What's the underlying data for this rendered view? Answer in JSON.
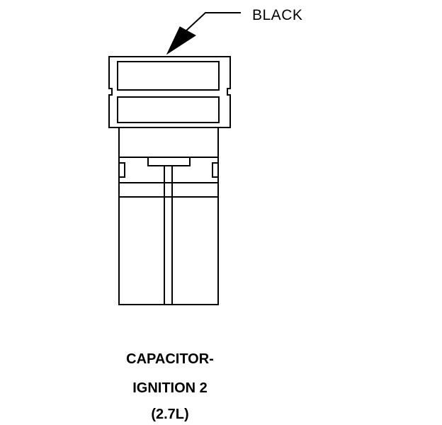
{
  "callout": {
    "color_label": "BLACK"
  },
  "caption": {
    "line1": "CAPACITOR-",
    "line2": "IGNITION 2",
    "line3": "(2.7L)"
  },
  "colors": {
    "ink": "#000000",
    "background": "#ffffff"
  }
}
